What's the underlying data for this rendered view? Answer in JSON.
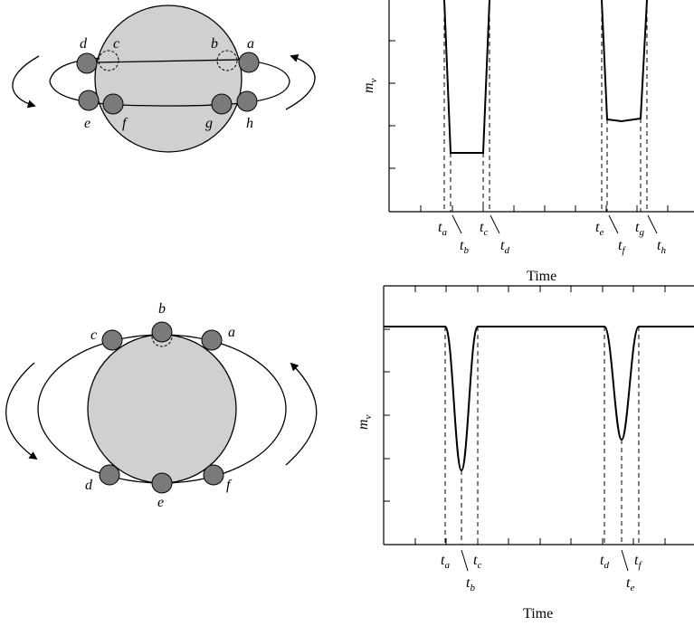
{
  "top": {
    "orbit_labels": {
      "a": "a",
      "b": "b",
      "c": "c",
      "d": "d",
      "e": "e",
      "f": "f",
      "g": "g",
      "h": "h"
    },
    "ylabel": "m",
    "ylabel_sub": "v",
    "xlabel": "Time",
    "ticks": [
      {
        "main": "t",
        "sub": "a"
      },
      {
        "main": "t",
        "sub": "b"
      },
      {
        "main": "t",
        "sub": "c"
      },
      {
        "main": "t",
        "sub": "d"
      },
      {
        "main": "t",
        "sub": "e"
      },
      {
        "main": "t",
        "sub": "f"
      },
      {
        "main": "t",
        "sub": "g"
      },
      {
        "main": "t",
        "sub": "h"
      }
    ]
  },
  "bottom": {
    "orbit_labels": {
      "a": "a",
      "b": "b",
      "c": "c",
      "d": "d",
      "e": "e",
      "f": "f"
    },
    "ylabel": "m",
    "ylabel_sub": "v",
    "xlabel": "Time",
    "ticks": [
      {
        "main": "t",
        "sub": "a"
      },
      {
        "main": "t",
        "sub": "b"
      },
      {
        "main": "t",
        "sub": "c"
      },
      {
        "main": "t",
        "sub": "d"
      },
      {
        "main": "t",
        "sub": "e"
      },
      {
        "main": "t",
        "sub": "f"
      }
    ]
  },
  "colors": {
    "star": "#d0d0d0",
    "companion": "#7a7a7a"
  }
}
